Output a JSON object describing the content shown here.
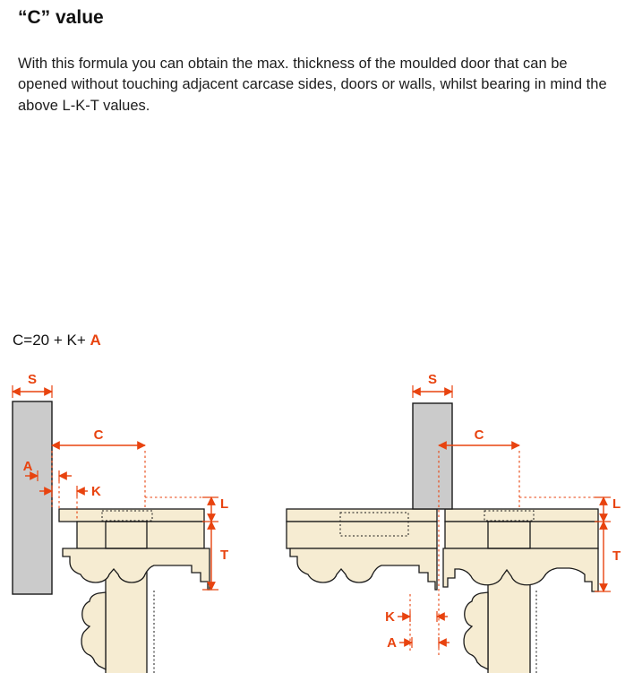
{
  "title": "“C” value",
  "intro": "With this formula you can obtain the max. thickness of the moulded door that can be opened without touching adjacent carcase sides, doors or walls, whilst bearing in mind the above L-K-T values.",
  "formula": {
    "base": "C=20 + K+ ",
    "variable": "A"
  },
  "colors": {
    "accent": "#e8430f",
    "carcase_gray": "#cbcbcb",
    "door_fill": "#f6ecd2",
    "line": "#1a1a1a"
  },
  "diagrams": {
    "left": {
      "labels": {
        "s": "S",
        "c": "C",
        "a": "A",
        "k": "K",
        "l": "L",
        "t": "T"
      }
    },
    "right": {
      "labels": {
        "s": "S",
        "c": "C",
        "a": "A",
        "k": "K",
        "l": "L",
        "t": "T"
      }
    }
  }
}
